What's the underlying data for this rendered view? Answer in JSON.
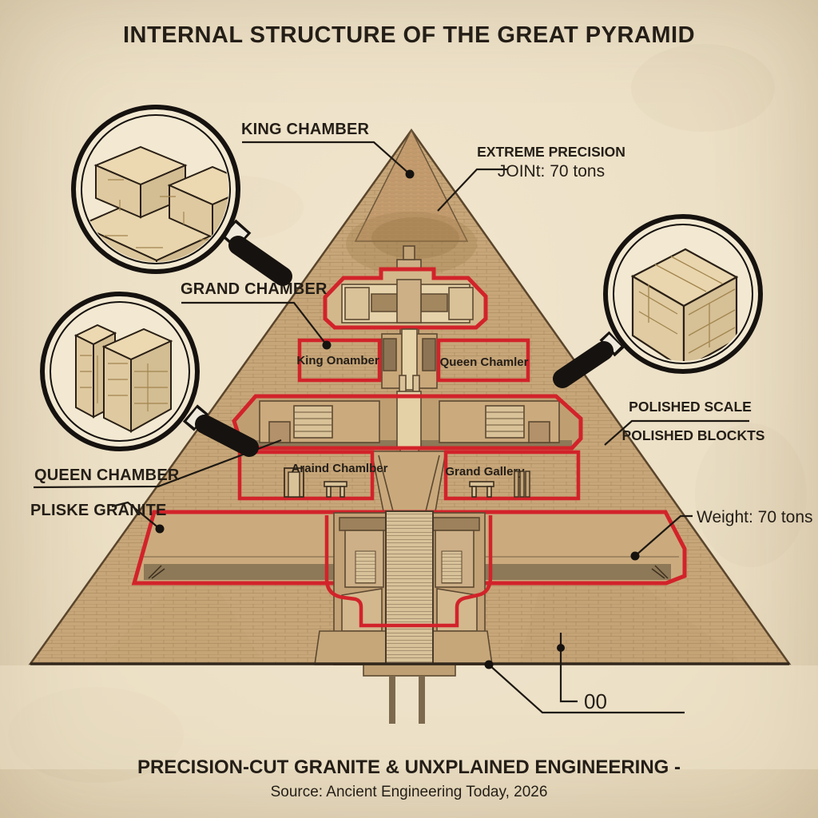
{
  "title": "INTERNAL STRUCTURE OF THE GREAT PYRAMID",
  "callouts": {
    "king_chamber": "KING CHAMBER",
    "extreme_precision_l1": "EXTREME PRECISION",
    "extreme_precision_l2": "JOINt: 70 tons",
    "grand_chamber": "GRAND CHAMBER",
    "queen_chamber": "QUEEN CHAMBER",
    "pliske_granite": "PLISKE GRANITE",
    "polished_scale": "POLISHED SCALE",
    "polished_blockts": "POLISHED BLOCKTS",
    "weight": "Weight: 70 tons",
    "zero": "00"
  },
  "chambers": {
    "king_box": "King Onamber",
    "queen_box": "Queen Chamler",
    "grand_box": "Araind Chamlber",
    "gallery_box": "Grand Gallery"
  },
  "footer": {
    "line1": "PRECISION-CUT GRANITE & UNXPLAINED ENGINEERING -",
    "line2": "Source: Ancient Engineering Today, 2026"
  },
  "colors": {
    "background": "#EDE1C9",
    "masonry": "#C7A679",
    "accent_red": "#D2232A",
    "ink": "#241E17"
  },
  "icons": {
    "top_left": "magnifier-blocks-icon",
    "left": "magnifier-slabs-icon",
    "right": "magnifier-block-icon"
  }
}
